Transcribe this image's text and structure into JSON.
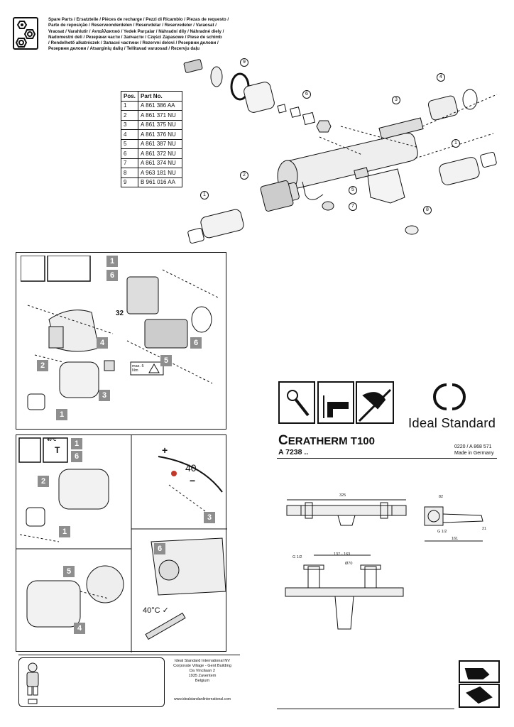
{
  "spare_parts": {
    "heading_lines": [
      "Spare Parts / Ersatzteile / Pièces de recharge / Pezzi di Ricambio / Piezas de requesto /",
      "Parte de reposição / Reserveonderdelen / Reservdelar / Reservedeler / Varaosat /",
      "Vraosat / Varahlutir / Ανταλλακτικό / Yedek Parçalar / Náhradní díly / Náhradné diely /",
      "Nadomestni deli / Резервни части / Запчасти / Części Zapasowe / Piese de schimb",
      "/ Rendelhető alkatrészek / Запасні частини / Rezervni delovi / Резервни делови /",
      "Резервни делови / Atsarginių dalių / Tellitavad varuosad / Rezervju daļu"
    ],
    "table_header": {
      "pos": "Pos.",
      "part": "Part No."
    },
    "rows": [
      {
        "pos": "1",
        "part": "A 861 386 AA"
      },
      {
        "pos": "2",
        "part": "A 861 371 NU"
      },
      {
        "pos": "3",
        "part": "A 861 375 NU"
      },
      {
        "pos": "4",
        "part": "A 861 376 NU"
      },
      {
        "pos": "5",
        "part": "A 861 387 NU"
      },
      {
        "pos": "6",
        "part": "A 861 372 NU"
      },
      {
        "pos": "7",
        "part": "A 861 374 NU"
      },
      {
        "pos": "8",
        "part": "A 963 181 NU"
      },
      {
        "pos": "9",
        "part": "B 961 016 AA"
      }
    ],
    "callouts": [
      "9",
      "6",
      "4",
      "3",
      "2",
      "1",
      "1",
      "5",
      "7",
      "8"
    ]
  },
  "panel_a": {
    "steps": [
      "1",
      "2",
      "3",
      "4",
      "5",
      "6"
    ],
    "sequence": {
      "a": "1",
      "b": "6"
    },
    "wrench_size": "32",
    "torque_label": "max. 5 Nm"
  },
  "panel_b": {
    "steps": [
      "1",
      "2",
      "3",
      "4",
      "5",
      "6"
    ],
    "sequence": {
      "a": "1",
      "b": "6"
    },
    "thermo_label": "40°C",
    "thermo_letter": "T",
    "scale_value": "40",
    "scale_plus": "+",
    "scale_minus": "−",
    "check_label": "40°C"
  },
  "product": {
    "brand": "Ideal Standard",
    "title_cap": "C",
    "title_rest": "ERATHERM T100",
    "code": "A 7238 ..",
    "doc_code": "0220 / A 868 571",
    "made_in": "Made in Germany",
    "dimensions": {
      "width": "325",
      "depth": "82",
      "centers": "137 - 163",
      "thread_top": "G 1/2",
      "thread_side": "G 1/2",
      "diameter": "Ø70",
      "projection": "161",
      "height": "21"
    }
  },
  "footer": {
    "address_lines": [
      "Ideal Standard International NV",
      "Corporate Village - Gent Building",
      "Da Vincilaan 2",
      "1935 Zaventem",
      "Belgium"
    ],
    "website": "www.idealstandardinternational.com"
  },
  "colors": {
    "step_fill": "#8e8e8e",
    "ink": "#111111"
  }
}
